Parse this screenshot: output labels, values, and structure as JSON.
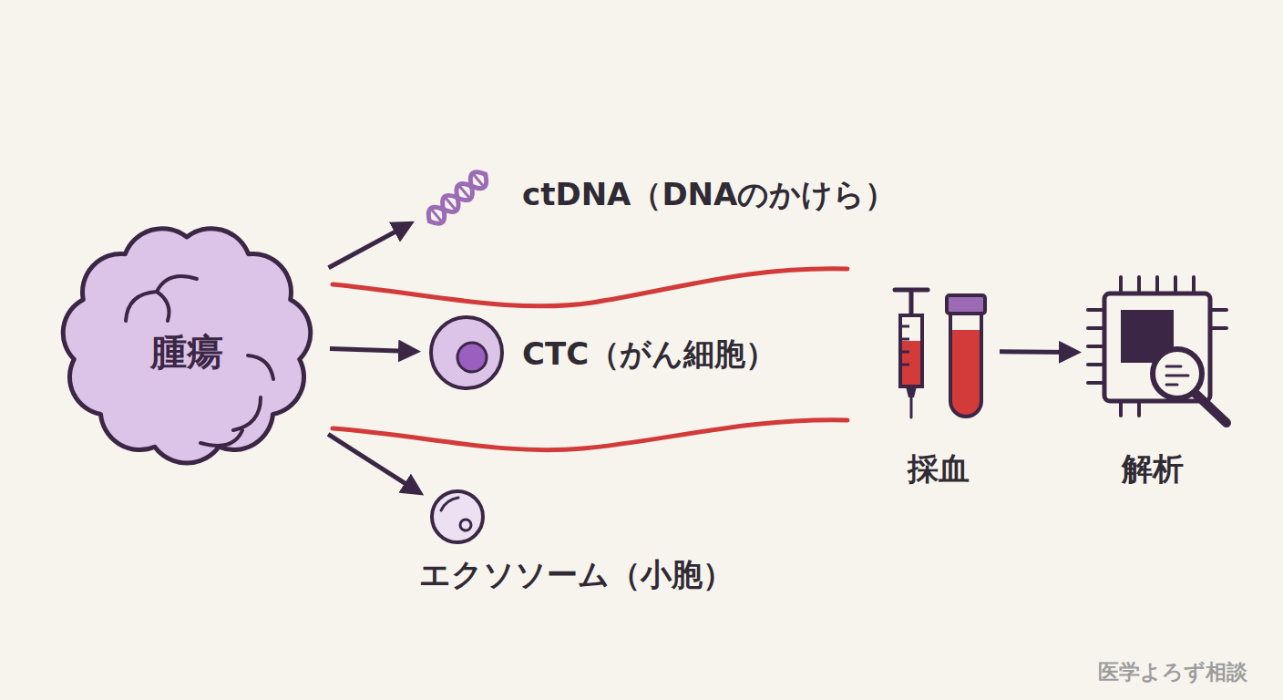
{
  "diagram": {
    "nodes": [
      {
        "text": [
          "腫瘍"
        ]
      },
      {
        "text": [
          "ctDNA（DNAのかけら）"
        ]
      },
      {
        "text": [
          "CTC（がん細胞）"
        ]
      },
      {
        "text": [
          "エクソソーム（小胞）"
        ]
      },
      {
        "text": [
          "採血"
        ]
      },
      {
        "text": [
          "解析"
        ]
      }
    ],
    "edges": [
      {
        "from": 0,
        "to": 1,
        "arrow": "to"
      },
      {
        "from": 0,
        "to": 2,
        "arrow": "to"
      },
      {
        "from": 0,
        "to": 3,
        "arrow": "to"
      },
      {
        "from": 4,
        "to": 5,
        "arrow": "to"
      }
    ],
    "labels": [
      "医学よろず相談"
    ]
  }
}
